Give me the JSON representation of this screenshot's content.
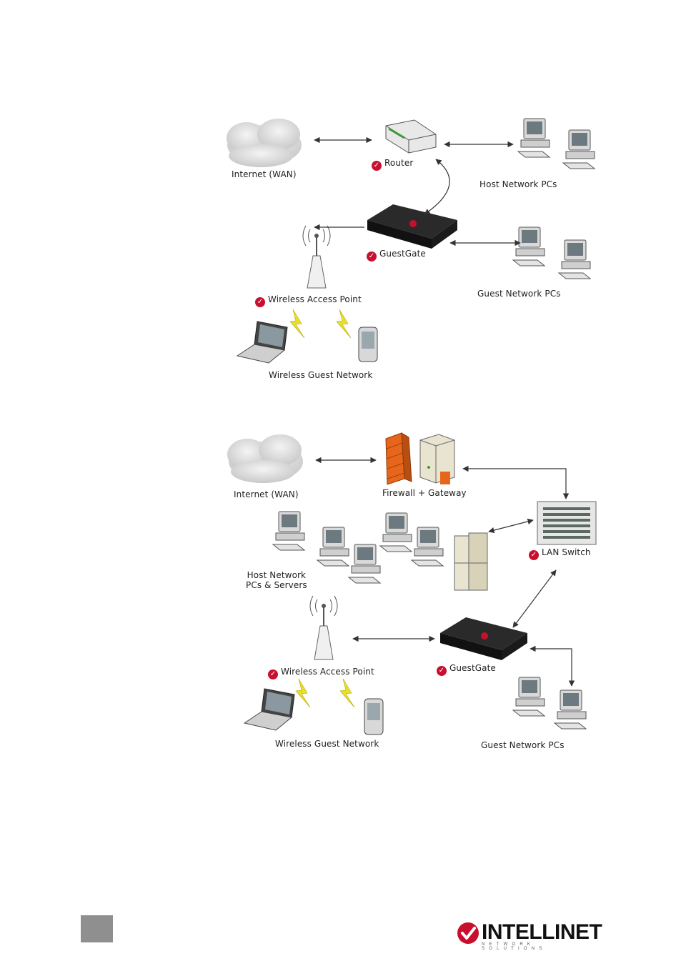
{
  "diagram1": {
    "internet_label": "Internet (WAN)",
    "router_label": "Router",
    "host_pcs_label": "Host Network PCs",
    "guestgate_label": "GuestGate",
    "guest_pcs_label": "Guest Network PCs",
    "wap_label": "Wireless Access Point",
    "wireless_guest_label": "Wireless Guest Network"
  },
  "diagram2": {
    "internet_label": "Internet (WAN)",
    "firewall_label": "Firewall + Gateway",
    "lan_switch_label": "LAN Switch",
    "host_pcs_label": "Host Network\nPCs & Servers",
    "wap_label": "Wireless Access Point",
    "guestgate_label": "GuestGate",
    "wireless_guest_label": "Wireless Guest Network",
    "guest_pcs_label": "Guest Network PCs"
  },
  "footer": {
    "logo_text": "INTELLINET",
    "logo_subtitle": "NETWORK SOLUTIONS"
  },
  "colors": {
    "accent": "#c8102e",
    "page_box": "#8f8f8f",
    "device_dark": "#1e1e1e",
    "firewall": "#e8661c"
  },
  "icons": [
    "cloud-icon",
    "router-icon",
    "pc-icon",
    "guestgate-icon",
    "antenna-icon",
    "laptop-icon",
    "pda-icon",
    "lightning-icon",
    "firewall-icon",
    "server-icon",
    "switch-icon",
    "check-icon"
  ]
}
